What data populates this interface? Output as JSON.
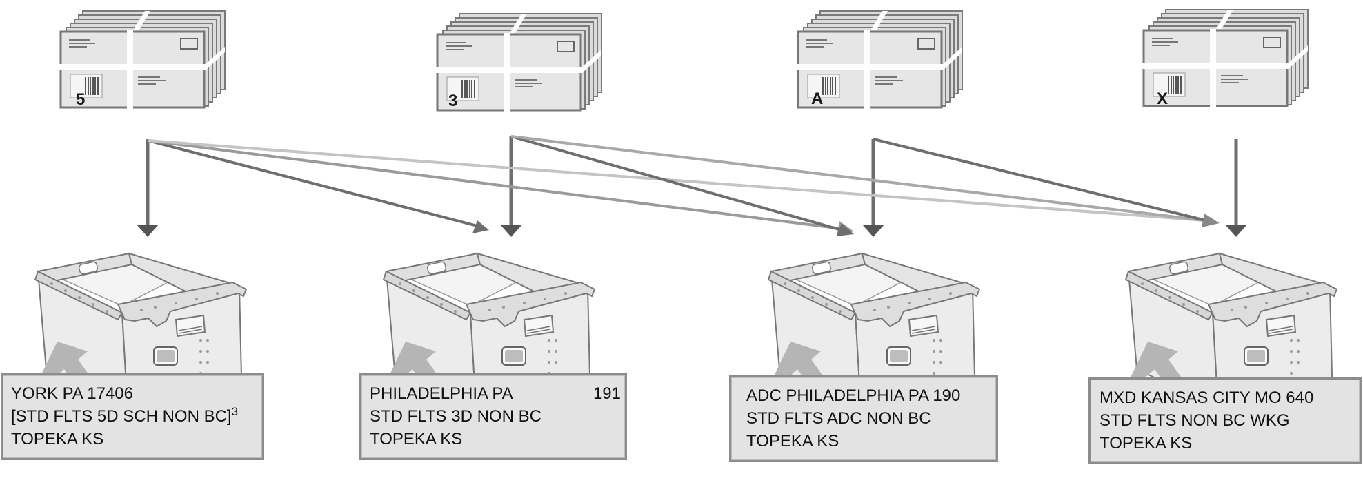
{
  "bundles": [
    {
      "code": "5"
    },
    {
      "code": "3"
    },
    {
      "code": "A"
    },
    {
      "code": "X"
    }
  ],
  "tray_labels": [
    {
      "line1": "YORK PA  17406",
      "line2": "[STD FLTS 5D SCH NON BC]",
      "line2_sup": "3",
      "line3": "TOPEKA KS"
    },
    {
      "line1": "PHILADELPHIA PA",
      "line1_zip": "191",
      "line2": "STD FLTS 3D NON BC",
      "line3": "TOPEKA KS"
    },
    {
      "line1": "ADC PHILADELPHIA PA 190",
      "line2": "STD FLTS ADC NON BC",
      "line3": "TOPEKA KS"
    },
    {
      "line1": "MXD KANSAS CITY MO 640",
      "line2": "STD FLTS NON BC WKG",
      "line3": "TOPEKA KS"
    }
  ]
}
